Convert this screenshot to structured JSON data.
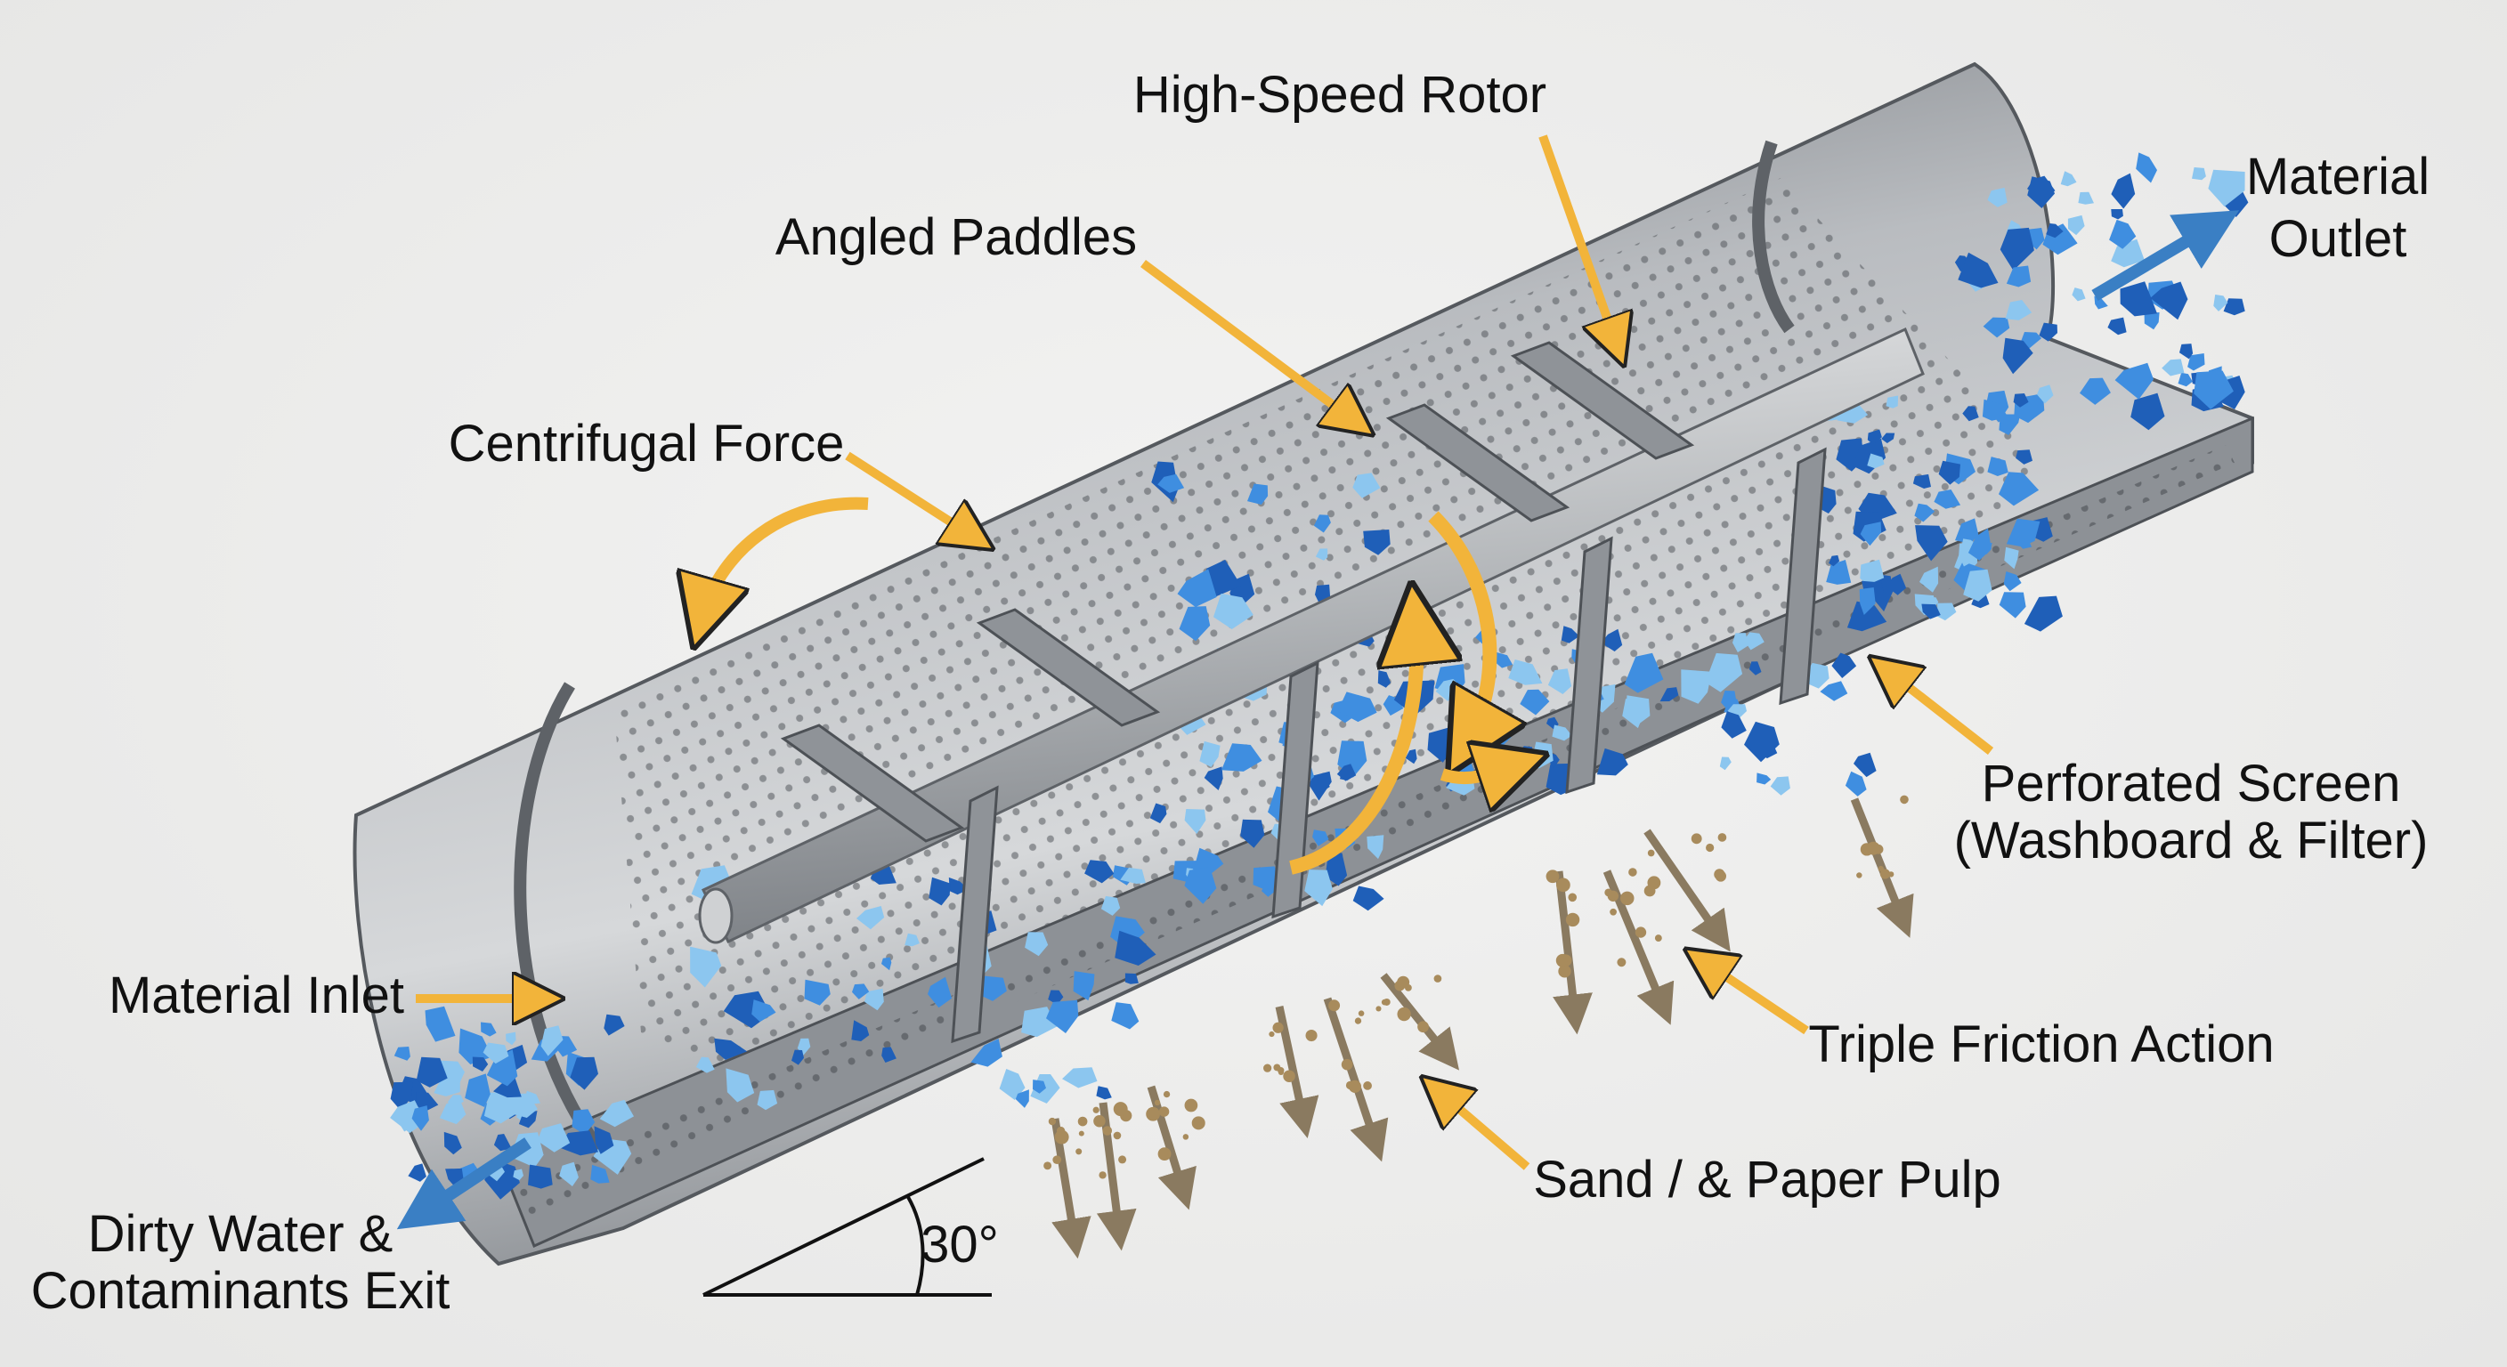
{
  "title": "Friction Washer Diagram",
  "labels": {
    "rotor": "High-Speed Rotor",
    "paddles": "Angled Paddles",
    "centrifugal": "Centrifugal Force",
    "outlet_line1": "Material",
    "outlet_line2": "Outlet",
    "screen_line1": "Perforated Screen",
    "screen_line2": "(Washboard & Filter)",
    "inlet": "Material Inlet",
    "friction": "Triple Friction Action",
    "sand": "Sand / & Paper Pulp",
    "dirty_line1": "Dirty Water &",
    "dirty_line2": "Contaminants Exit",
    "angle": "30°"
  },
  "colors": {
    "callout_arrow": "#f2b43a",
    "flow_arrow": "#3a7fc4",
    "contaminant_arrow": "#8a7a60",
    "flake_dark": "#1f5fb8",
    "flake_mid": "#3f8ee0",
    "flake_light": "#8cc6ef",
    "steel": "#9a9ea3"
  }
}
